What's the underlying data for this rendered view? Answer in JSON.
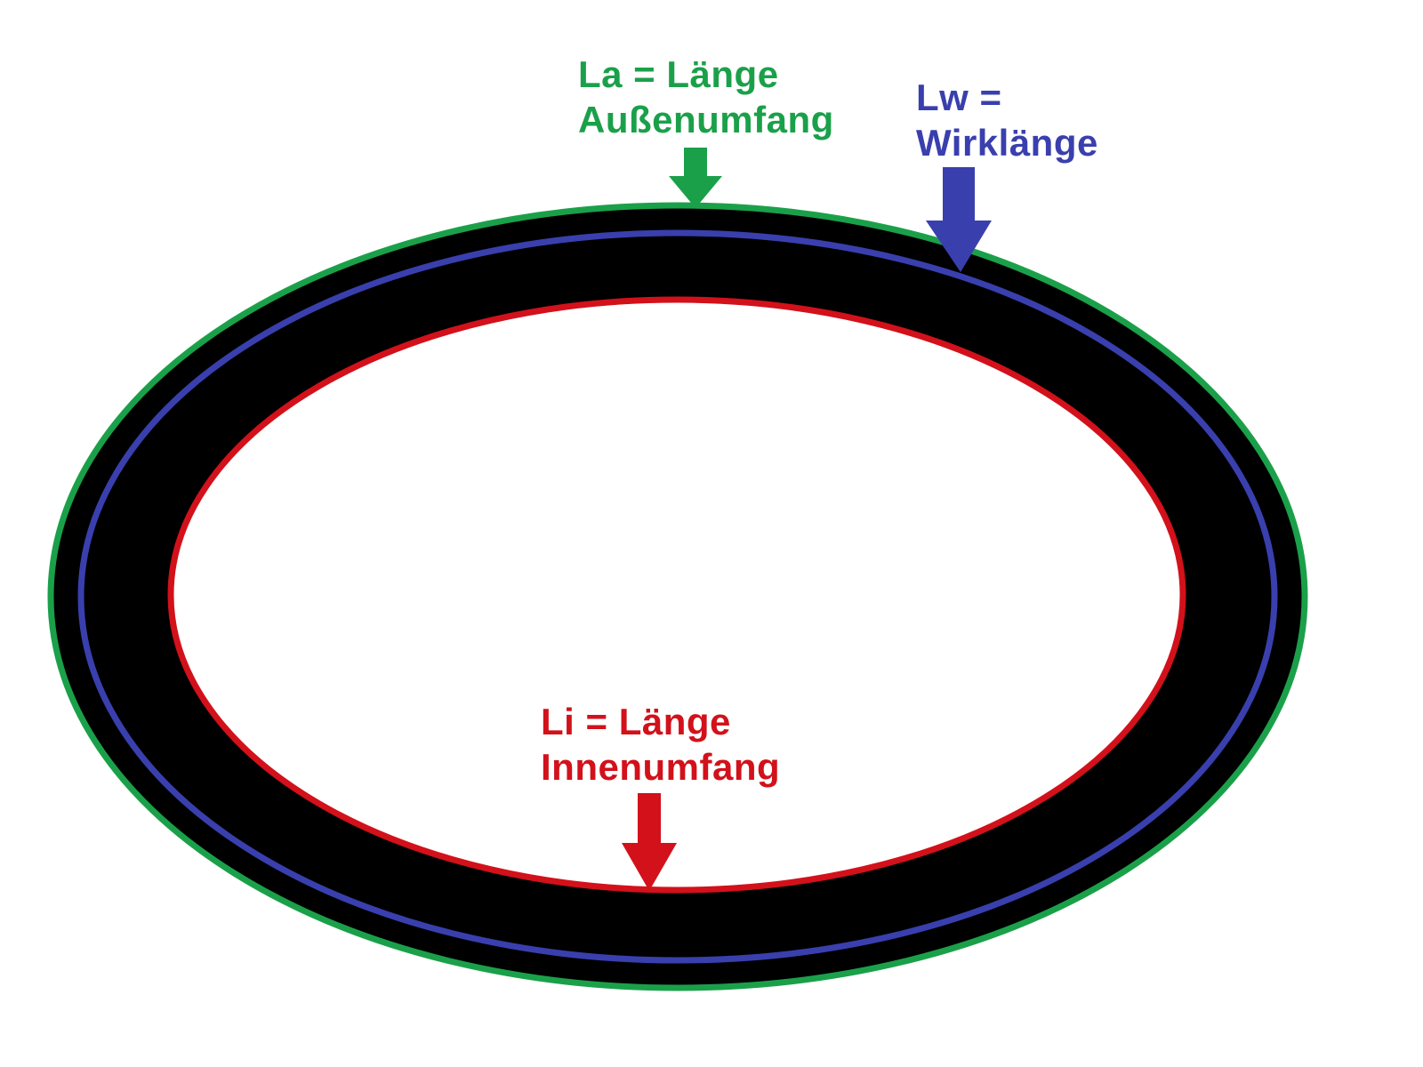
{
  "diagram": {
    "title": "Belt length definitions diagram",
    "labels": {
      "outer": {
        "line1": "La = Länge",
        "line2": "Außenumfang",
        "color": "#1ba04a"
      },
      "effective": {
        "line1": "Lw =",
        "line2": "Wirklänge",
        "color": "#3a3fae"
      },
      "inner": {
        "line1": "Li = Länge",
        "line2": "Innenumfang",
        "color": "#d2111b"
      }
    },
    "colors": {
      "background": "#ffffff",
      "belt_body": "#000000",
      "outer_circumference_line": "#1ba04a",
      "effective_length_line": "#3a3fae",
      "inner_circumference_line": "#d2111b"
    }
  }
}
